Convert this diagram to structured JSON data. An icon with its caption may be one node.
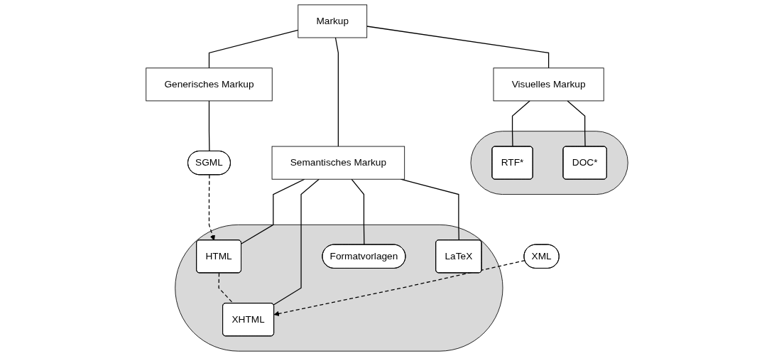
{
  "diagram": {
    "nodes": [
      {
        "text": [
          "Markup"
        ]
      },
      {
        "text": [
          "Generisches Markup"
        ]
      },
      {
        "text": [
          "Semantisches Markup"
        ]
      },
      {
        "text": [
          "Visuelles Markup"
        ]
      },
      {
        "text": [],
        "shape": "ellipse"
      },
      {
        "text": [
          "HTML"
        ],
        "in": 4
      },
      {
        "text": [
          "LaTeX"
        ],
        "in": 4
      },
      {
        "text": [
          "XHTML"
        ],
        "in": 4
      },
      {
        "text": [
          "Formatvorlagen"
        ],
        "in": 4
      },
      {
        "text": [],
        "shape": "ellipse"
      },
      {
        "text": [
          "RTF*"
        ],
        "in": 9
      },
      {
        "text": [
          "DOC*"
        ],
        "in": 9
      },
      {
        "text": [
          "SGML"
        ]
      },
      {
        "text": [
          "XML"
        ]
      }
    ],
    "edges": [
      {
        "from": 0,
        "to": 1,
        "arrow": "none"
      },
      {
        "from": 0,
        "to": 2,
        "arrow": "none"
      },
      {
        "from": 0,
        "to": 3,
        "arrow": "none"
      },
      {
        "from": 1,
        "to": 12,
        "arrow": "none"
      },
      {
        "from": 2,
        "to": 5,
        "arrow": "none"
      },
      {
        "from": 2,
        "to": 7,
        "arrow": "none"
      },
      {
        "from": 2,
        "to": 8,
        "arrow": "none"
      },
      {
        "from": 2,
        "to": 6,
        "arrow": "none"
      },
      {
        "from": 3,
        "to": 10,
        "arrow": "none"
      },
      {
        "from": 3,
        "to": 11,
        "arrow": "none"
      },
      {
        "from": 12,
        "to": 5,
        "arrow": "to",
        "style": "dashed"
      },
      {
        "from": 13,
        "to": 7,
        "arrow": "to",
        "style": "dashed"
      },
      {
        "from": 5,
        "to": 7,
        "arrow": "none",
        "style": "dashed"
      }
    ]
  }
}
